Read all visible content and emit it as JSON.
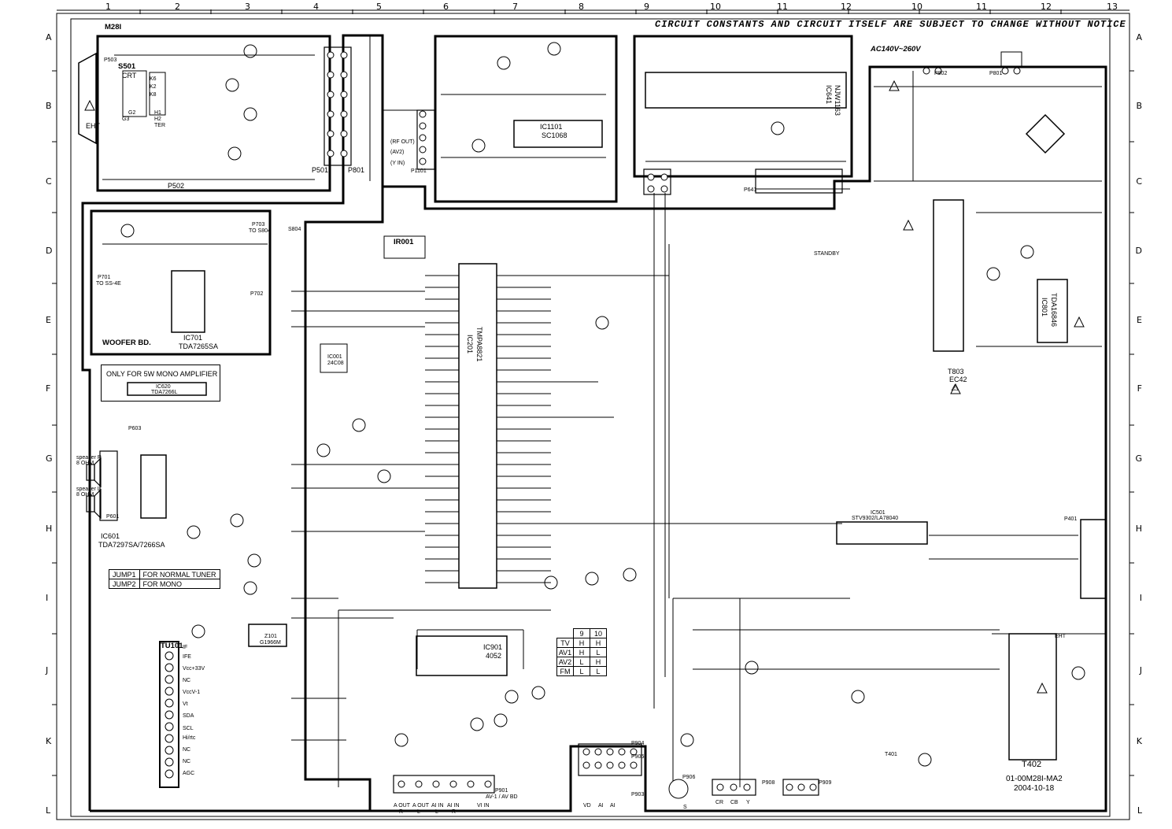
{
  "notice": "CIRCUIT CONSTANTS AND CIRCUIT ITSELF ARE SUBJECT TO CHANGE WITHOUT NOTICE",
  "grid": {
    "columns": [
      "1",
      "2",
      "3",
      "4",
      "5",
      "6",
      "7",
      "8",
      "9",
      "10",
      "11",
      "12",
      "10",
      "11",
      "12",
      "13"
    ],
    "rows": [
      "A",
      "B",
      "C",
      "D",
      "E",
      "F",
      "G",
      "H",
      "I",
      "J",
      "K",
      "L"
    ]
  },
  "blocks": {
    "crt": {
      "title": "M28I",
      "socket": "S501",
      "socket_sub": "CRT",
      "connector": "P502",
      "eht": "EHT",
      "pins": [
        "P503",
        "K6",
        "K2",
        "K8",
        "G2",
        "G3",
        "H1",
        "H2",
        "TER"
      ]
    },
    "tuner_if": {
      "ic": "IC1101",
      "part": "SC1068",
      "pins": [
        "(RF OUT)",
        "(AV2)",
        "(Y IN)",
        "P1101"
      ]
    },
    "audio_proc": {
      "ic": "IC641",
      "part": "NJW1163",
      "connector": "P641"
    },
    "woofer": {
      "title": "WOOFER BD.",
      "ic": "IC701",
      "part": "TDA7265SA",
      "conn_in": "P701",
      "conn_in_sub": "TO SS-4E",
      "conn_out": "P702",
      "p703": "P703",
      "p703_sub": "TO S804",
      "s804": "S804"
    },
    "main_ic": {
      "ic": "IC201",
      "part": "TMPA8821",
      "remote": "IR001",
      "ic_aux": "IC001",
      "ic_aux_part": "24C08"
    },
    "mono_amp": {
      "note": "ONLY FOR 5W MONO AMPLIFIER",
      "ic": "IC620",
      "part": "TDA7266L"
    },
    "audio_amp": {
      "ic": "IC601",
      "part": "TDA7297SA/7266SA",
      "conn": "P603",
      "speakers": [
        "speaker R 8 OHM",
        "speaker L 8 OHM"
      ],
      "p601": "P601"
    },
    "jumpers": [
      {
        "name": "JUMP1",
        "desc": "FOR NORMAL TUNER"
      },
      {
        "name": "JUMP2",
        "desc": "FOR MONO"
      }
    ],
    "tuner": {
      "name": "TU101",
      "pins": [
        "AGC",
        "NC",
        "NC",
        "Hi/rtc",
        "SCL",
        "SDA",
        "Vt",
        "VccV-1",
        "NC",
        "Vcc+33V",
        "IFE",
        "IF"
      ]
    },
    "switch_ic": {
      "ic": "IC901",
      "part": "4052",
      "saw": "Z101",
      "saw_part": "G1966M"
    },
    "truth_table": {
      "header": [
        "",
        "9",
        "10"
      ],
      "rows": [
        [
          "TV",
          "H",
          "H"
        ],
        [
          "AV1",
          "H",
          "L"
        ],
        [
          "AV2",
          "L",
          "H"
        ],
        [
          "FM",
          "L",
          "L"
        ]
      ]
    },
    "av_jacks": {
      "conn": "P901",
      "conn_sub": "AV-1 / AV BD",
      "labels": [
        "A OUT",
        "A OUT",
        "AI IN",
        "AI IN",
        "VI IN"
      ],
      "sub": [
        "R",
        "L",
        "L",
        "R",
        ""
      ]
    },
    "svideo": {
      "conn": "P903",
      "conn2": "P904",
      "conn3": "P905",
      "labels": [
        "VD",
        "AI",
        "AI"
      ],
      "p906": "P906",
      "s": "S",
      "ypbpr": [
        "CR",
        "CB",
        "Y"
      ],
      "p908": "P908",
      "p909": "P909"
    },
    "vertical": {
      "ic": "IC501",
      "part": "STV9302/LA78040"
    },
    "power": {
      "input": "AC140V~260V",
      "conn1": "P802",
      "conn2": "P801",
      "ic": "IC801",
      "part": "TDA16846",
      "transformer": "T803",
      "transformer_part": "EC42",
      "warning": "⚠",
      "standby": "STANDBY"
    },
    "flyback": {
      "name": "T402",
      "eht": "EHT",
      "t401": "T401",
      "p401": "P401"
    },
    "footer": {
      "code": "01-00M28I-MA2",
      "date": "2004-10-18"
    }
  }
}
